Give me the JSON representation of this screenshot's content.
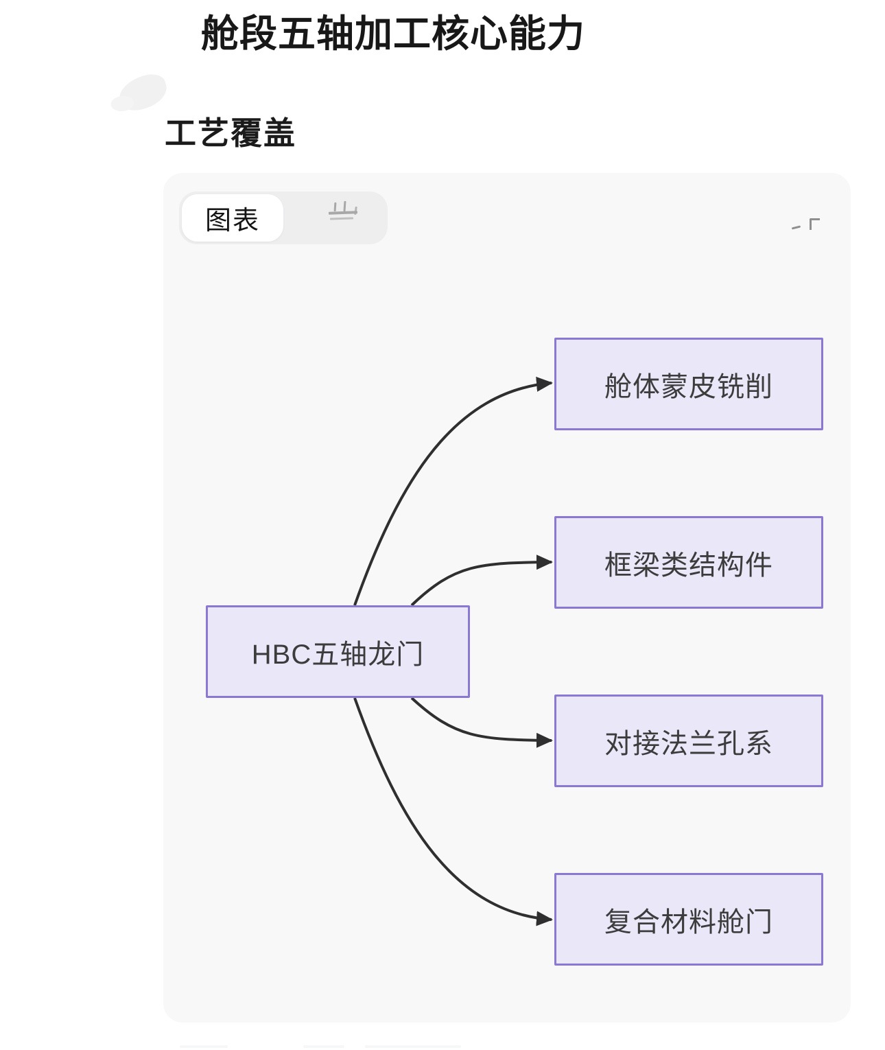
{
  "page": {
    "title": "舱段五轴加工核心能力",
    "section_heading": "工艺覆盖"
  },
  "panel": {
    "tabs": [
      {
        "label": "图表",
        "active": true
      },
      {
        "label": "",
        "active": false
      }
    ]
  },
  "diagram": {
    "type": "flowchart-left-to-right",
    "root": {
      "label": "HBC五轴龙门"
    },
    "children": [
      {
        "label": "舱体蒙皮铣削"
      },
      {
        "label": "框梁类结构件"
      },
      {
        "label": "对接法兰孔系"
      },
      {
        "label": "复合材料舱门"
      }
    ],
    "edges": [
      {
        "from": "HBC五轴龙门",
        "to": "舱体蒙皮铣削"
      },
      {
        "from": "HBC五轴龙门",
        "to": "框梁类结构件"
      },
      {
        "from": "HBC五轴龙门",
        "to": "对接法兰孔系"
      },
      {
        "from": "HBC五轴龙门",
        "to": "复合材料舱门"
      }
    ]
  },
  "colors": {
    "page-bg": "#ffffff",
    "card-bg": "#f8f8f8",
    "pill-bg": "#eeeeef",
    "tab-active-bg": "#ffffff",
    "node-fill": "#eae7f9",
    "node-border": "#8b78d2",
    "edge": "#2f2f2f",
    "heading-text": "#181818",
    "node-text": "#3c3c3c"
  }
}
